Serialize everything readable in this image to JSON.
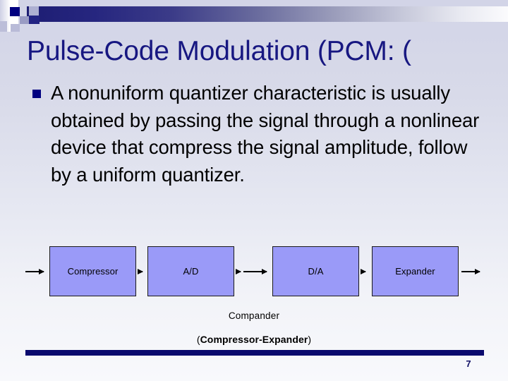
{
  "slide": {
    "title": "Pulse-Code Modulation (PCM: (",
    "bullets": [
      "A nonuniform quantizer characteristic is usually obtained by passing the signal through a nonlinear device that compress the signal amplitude, follow by  a uniform quantizer."
    ],
    "diagram": {
      "blocks": [
        {
          "label": "Compressor"
        },
        {
          "label": "A/D"
        },
        {
          "label": "D/A"
        },
        {
          "label": "Expander"
        }
      ],
      "arrows": [
        {
          "name": "input-arrow"
        },
        {
          "name": "compressor-to-ad-arrow"
        },
        {
          "name": "ad-output-arrow"
        },
        {
          "name": "channel-to-da-arrow"
        },
        {
          "name": "da-to-expander-arrow"
        },
        {
          "name": "output-arrow"
        }
      ]
    },
    "captions": {
      "compander": "Compander",
      "expansion_open": "(",
      "expansion_strong": "Compressor-Expander",
      "expansion_close": ")"
    },
    "page_number": "7"
  },
  "colors": {
    "title_navy": "#171781",
    "bullet_navy": "#000080",
    "block_fill": "#9a9af8",
    "block_border": "#1a1a1a",
    "footer_bar": "#0a0a6e",
    "background_top": "#d2d4e7",
    "background_bottom": "#f8f9fc"
  }
}
